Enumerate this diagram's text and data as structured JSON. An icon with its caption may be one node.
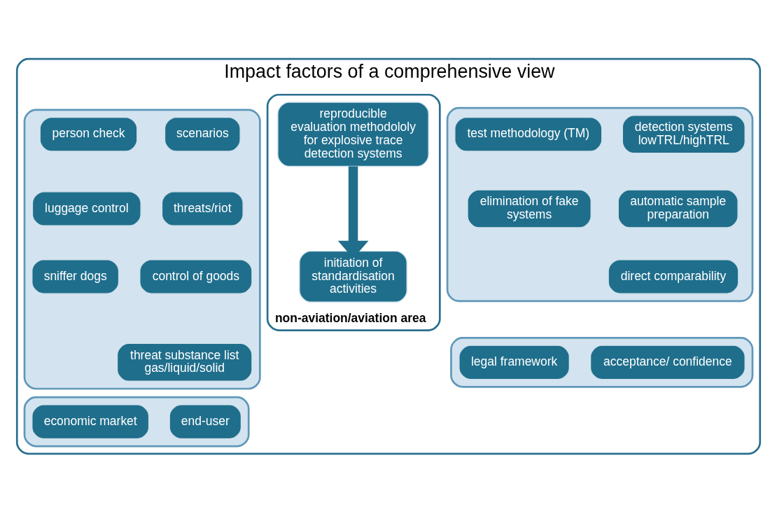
{
  "diagram": {
    "nodes": [
      {
        "text": [
          "Impact factors of a comprehensive view"
        ]
      },
      {
        "text": [],
        "shape": "box",
        "in": 0
      },
      {
        "text": [
          "detection systems lowTRL/highTRL"
        ],
        "in": 1
      },
      {
        "text": [
          "test methodology (TM)"
        ],
        "in": 1
      },
      {
        "text": [
          "automatic sample preparation"
        ],
        "in": 1
      },
      {
        "text": [
          "elimination of fake systems"
        ],
        "in": 1
      },
      {
        "text": [
          "direct comparability"
        ],
        "in": 1
      },
      {
        "text": [
          "non-aviation/aviation area"
        ],
        "in": 0
      },
      {
        "text": [
          "reproducible evaluation methodololy for explosive trace detection systems"
        ],
        "in": 7
      },
      {
        "text": [
          "initiation of standardisation activities"
        ],
        "in": 7
      },
      {
        "text": [],
        "shape": "box",
        "in": 0
      },
      {
        "text": [
          "scenarios"
        ],
        "in": 10
      },
      {
        "text": [
          "person check"
        ],
        "in": 10
      },
      {
        "text": [
          "threats/riot"
        ],
        "in": 10
      },
      {
        "text": [
          "luggage control"
        ],
        "in": 10
      },
      {
        "text": [
          "control of goods"
        ],
        "in": 10
      },
      {
        "text": [
          "sniffer dogs"
        ],
        "in": 10
      },
      {
        "text": [
          "threat substance list gas/liquid/solid"
        ],
        "in": 10
      },
      {
        "text": [],
        "shape": "box",
        "in": 0
      },
      {
        "text": [
          "acceptance/ confidence"
        ],
        "in": 18
      },
      {
        "text": [
          "legal framework"
        ],
        "in": 18
      },
      {
        "text": [],
        "shape": "box",
        "in": 0
      },
      {
        "text": [
          "end-user"
        ],
        "in": 21
      },
      {
        "text": [
          "economic market"
        ],
        "in": 21
      }
    ],
    "edges": [
      {
        "from": 8,
        "to": 9,
        "arrow": "to"
      }
    ]
  }
}
